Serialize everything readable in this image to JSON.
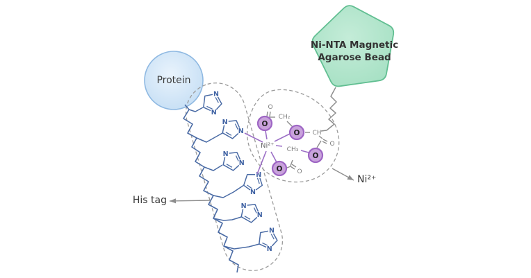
{
  "figure": {
    "topic": "Ni-NTA magnetic agarose bead binding a His-tagged protein"
  },
  "protein": {
    "label": "Protein"
  },
  "bead": {
    "label_line1": "Ni-NTA Magnetic",
    "label_line2": "Agarose Bead"
  },
  "his_tag": {
    "label": "His tag",
    "residue_count": 6,
    "nitrogen_label": "N"
  },
  "nickel": {
    "ion_label": "Ni²⁺",
    "center_label": "Ni²⁺"
  },
  "nta": {
    "oxygen_donor_label": "O",
    "carbonyl_oxygen_label": "O",
    "methylene_label": "CH₂",
    "methyl_label": "CH₃",
    "methine_label": "CH"
  },
  "colors": {
    "protein_fill": "#c7e0f6",
    "protein_stroke": "#8fb9e2",
    "bead_fill": "#a8e1c5",
    "bead_stroke": "#62bf92",
    "chain_blue": "#4a6ba5",
    "nitrogen_blue": "#3f62a3",
    "bond_purple": "#9c6fc6",
    "oxygen_fill": "#c9a2dc",
    "oxygen_stroke": "#9e66c4",
    "skeleton_gray": "#8d8d8d",
    "dash_gray": "#9b9b9b",
    "label_dark": "#3a3a3a",
    "chem_text_gray": "#7c7c7c"
  }
}
